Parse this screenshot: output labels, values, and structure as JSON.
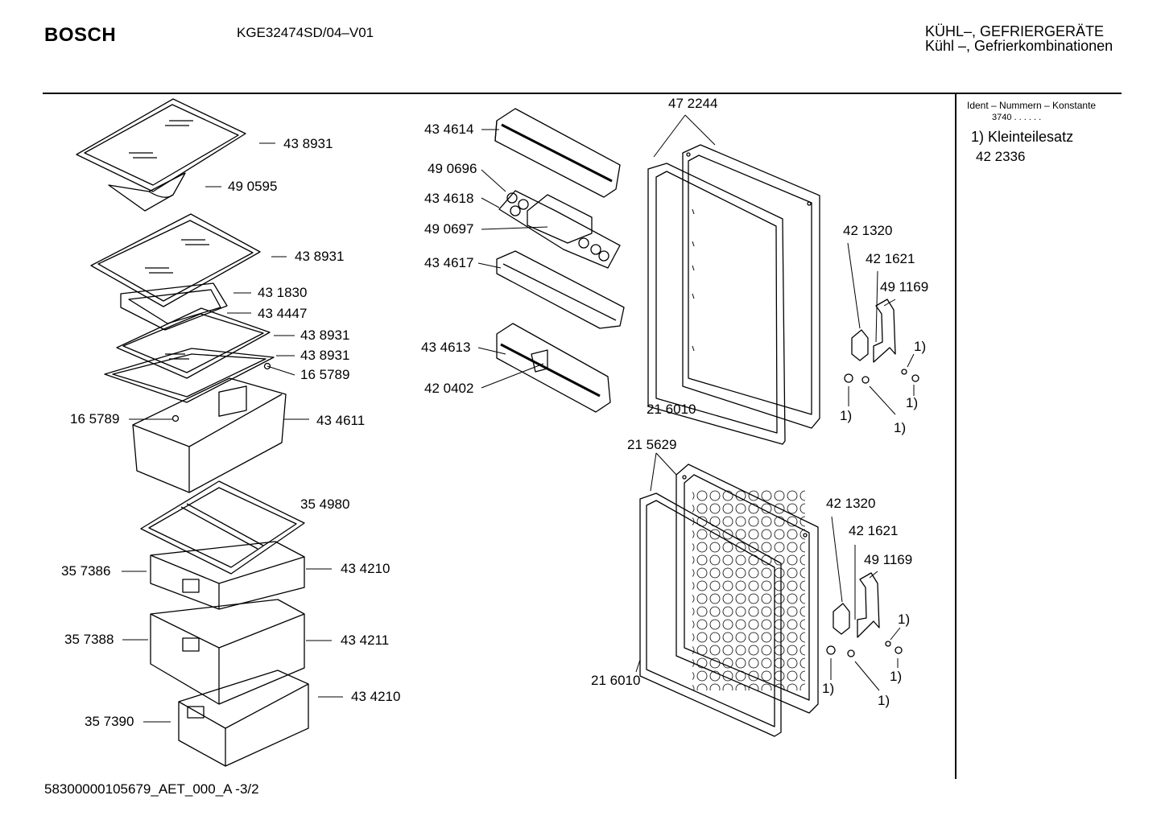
{
  "header": {
    "brand": "BOSCH",
    "model": "KGE32474SD/04–V01",
    "category_line1": "KÜHL–, GEFRIERGERÄTE",
    "category_line2": "Kühl –, Gefrierkombinationen"
  },
  "sidebar": {
    "heading": "Ident – Nummern – Konstante",
    "constant": "3740  .  .    .  .  .  .",
    "kit_label": "1) Kleinteilesatz",
    "kit_number": "42 2336"
  },
  "footer": {
    "doc_id": "58300000105679_AET_000_A   -3/2"
  },
  "labels": [
    {
      "id": "l1",
      "text": "43 8931"
    },
    {
      "id": "l2",
      "text": "49 0595"
    },
    {
      "id": "l3",
      "text": "43 8931"
    },
    {
      "id": "l4",
      "text": "43 1830"
    },
    {
      "id": "l5",
      "text": "43 4447"
    },
    {
      "id": "l6",
      "text": "43 8931"
    },
    {
      "id": "l7",
      "text": "43 8931"
    },
    {
      "id": "l8",
      "text": "16 5789"
    },
    {
      "id": "l9",
      "text": "16 5789"
    },
    {
      "id": "l10",
      "text": "43 4611"
    },
    {
      "id": "l11",
      "text": "35 4980"
    },
    {
      "id": "l12",
      "text": "35 7386"
    },
    {
      "id": "l13",
      "text": "43 4210"
    },
    {
      "id": "l14",
      "text": "35 7388"
    },
    {
      "id": "l15",
      "text": "43 4211"
    },
    {
      "id": "l16",
      "text": "43 4210"
    },
    {
      "id": "l17",
      "text": "35 7390"
    },
    {
      "id": "m1",
      "text": "43 4614"
    },
    {
      "id": "m2",
      "text": "49 0696"
    },
    {
      "id": "m3",
      "text": "43 4618"
    },
    {
      "id": "m4",
      "text": "49 0697"
    },
    {
      "id": "m5",
      "text": "43 4617"
    },
    {
      "id": "m6",
      "text": "43 4613"
    },
    {
      "id": "m7",
      "text": "42 0402"
    },
    {
      "id": "d1",
      "text": "47 2244"
    },
    {
      "id": "d2",
      "text": "21 6010"
    },
    {
      "id": "d3",
      "text": "42 1320"
    },
    {
      "id": "d4",
      "text": "42 1621"
    },
    {
      "id": "d5",
      "text": "49 1169"
    },
    {
      "id": "d6",
      "text": "1)"
    },
    {
      "id": "d7",
      "text": "1)"
    },
    {
      "id": "d8",
      "text": "1)"
    },
    {
      "id": "d9",
      "text": "1)"
    },
    {
      "id": "e1",
      "text": "21 5629"
    },
    {
      "id": "e2",
      "text": "21 6010"
    },
    {
      "id": "e3",
      "text": "42 1320"
    },
    {
      "id": "e4",
      "text": "42 1621"
    },
    {
      "id": "e5",
      "text": "49 1169"
    },
    {
      "id": "e6",
      "text": "1)"
    },
    {
      "id": "e7",
      "text": "1)"
    },
    {
      "id": "e8",
      "text": "1)"
    },
    {
      "id": "e9",
      "text": "1)"
    }
  ]
}
